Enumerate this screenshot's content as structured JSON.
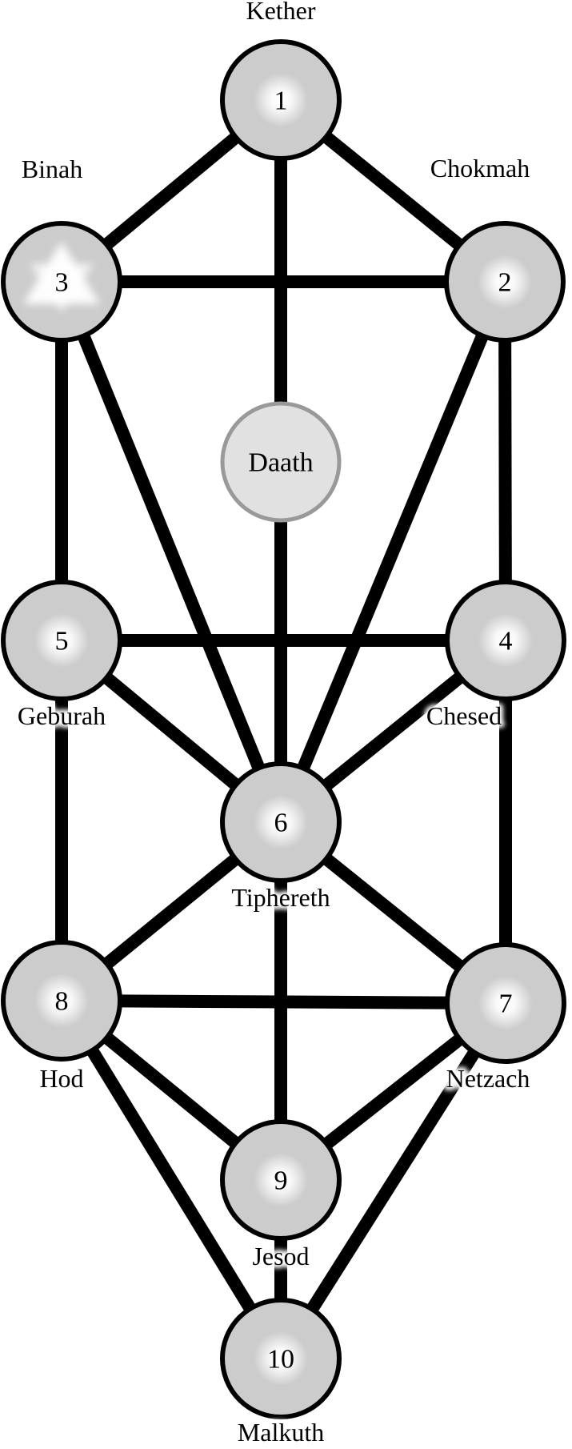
{
  "diagram": {
    "title": "Tree of Life",
    "colors": {
      "path": "#000000",
      "node_fill": "#cccccc",
      "node_stroke": "#000000",
      "hidden_node_fill": "#e1e1e1",
      "hidden_node_stroke": "#999999",
      "glow": "#ffffff"
    },
    "nodes": [
      {
        "id": "1",
        "number": "1",
        "name": "Kether",
        "label_side": "above"
      },
      {
        "id": "2",
        "number": "2",
        "name": "Chokmah",
        "label_side": "above"
      },
      {
        "id": "3",
        "number": "3",
        "name": "Binah",
        "label_side": "above",
        "emblem": "hexagram-glow"
      },
      {
        "id": "daath",
        "number": "Daath",
        "name": "Daath",
        "hidden": true
      },
      {
        "id": "4",
        "number": "4",
        "name": "Chesed",
        "label_side": "below"
      },
      {
        "id": "5",
        "number": "5",
        "name": "Geburah",
        "label_side": "below"
      },
      {
        "id": "6",
        "number": "6",
        "name": "Tiphereth",
        "label_side": "below"
      },
      {
        "id": "7",
        "number": "7",
        "name": "Netzach",
        "label_side": "below"
      },
      {
        "id": "8",
        "number": "8",
        "name": "Hod",
        "label_side": "below"
      },
      {
        "id": "9",
        "number": "9",
        "name": "Jesod",
        "label_side": "below"
      },
      {
        "id": "10",
        "number": "10",
        "name": "Malkuth",
        "label_side": "below"
      }
    ],
    "paths": [
      [
        "1",
        "2"
      ],
      [
        "1",
        "3"
      ],
      [
        "1",
        "6"
      ],
      [
        "2",
        "3"
      ],
      [
        "2",
        "4"
      ],
      [
        "2",
        "6"
      ],
      [
        "3",
        "5"
      ],
      [
        "3",
        "6"
      ],
      [
        "4",
        "5"
      ],
      [
        "4",
        "6"
      ],
      [
        "4",
        "7"
      ],
      [
        "5",
        "6"
      ],
      [
        "5",
        "8"
      ],
      [
        "6",
        "7"
      ],
      [
        "6",
        "8"
      ],
      [
        "6",
        "9"
      ],
      [
        "7",
        "8"
      ],
      [
        "7",
        "9"
      ],
      [
        "7",
        "10"
      ],
      [
        "8",
        "9"
      ],
      [
        "8",
        "10"
      ],
      [
        "9",
        "10"
      ]
    ]
  }
}
